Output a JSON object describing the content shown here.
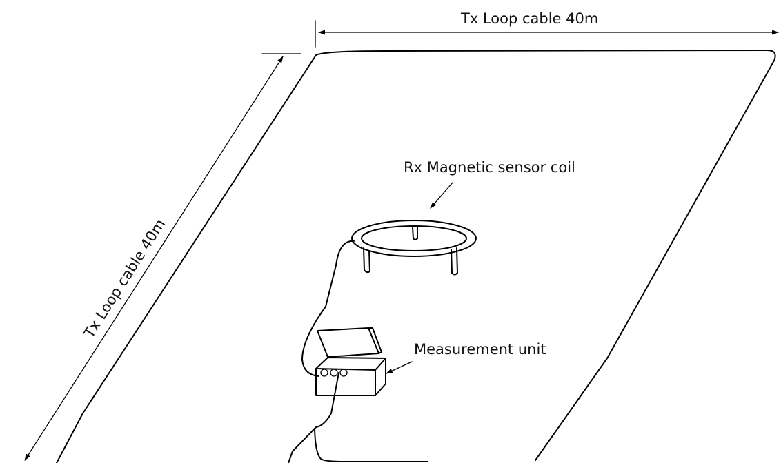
{
  "labels": {
    "top_dimension": "Tx Loop cable 40m",
    "left_dimension": "Tx Loop cable 40m",
    "sensor": "Rx Magnetic sensor coil",
    "unit": "Measurement unit"
  },
  "colors": {
    "line": "#000000",
    "background": "#ffffff"
  }
}
